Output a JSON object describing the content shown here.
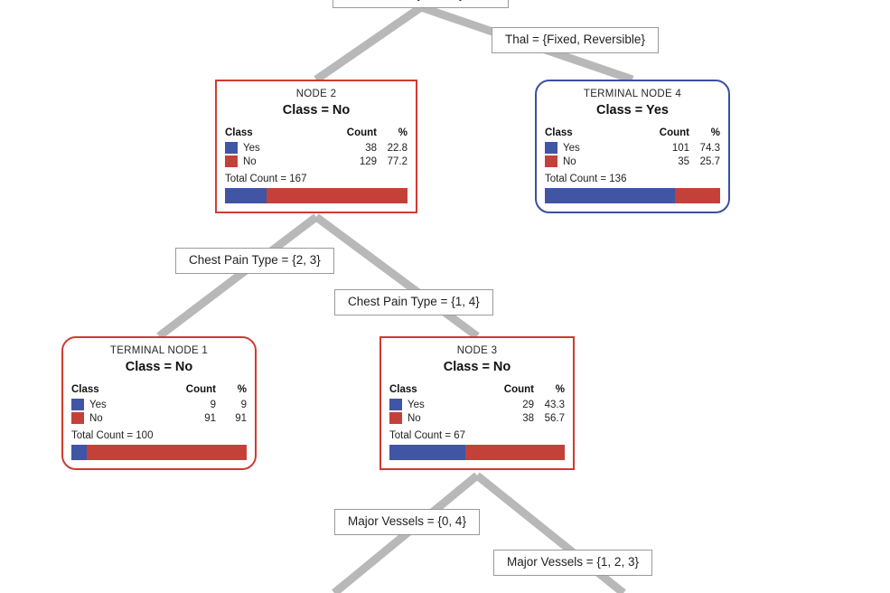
{
  "diagram": {
    "type": "decision-tree",
    "background": "#ffffff",
    "colors": {
      "yes": "#4055A4",
      "no": "#C4413A",
      "node_border_internal": "#D03A33",
      "node_border_terminal_no": "#D03A33",
      "node_border_terminal_yes": "#3B4FA0",
      "edge_line": "#B8B8B8",
      "label_border": "#9a9a9a"
    },
    "columns": {
      "class": "Class",
      "count": "Count",
      "percent": "%"
    },
    "total_prefix": "Total Count = "
  },
  "nodes": [
    {
      "key": "node2",
      "id_label": "NODE 2",
      "class_label": "Class = No",
      "border": "red",
      "shape": "square",
      "rows": [
        {
          "class": "Yes",
          "count": "38",
          "pct": "22.8",
          "color": "#4055A4",
          "fraction": 22.8
        },
        {
          "class": "No",
          "count": "129",
          "pct": "77.2",
          "color": "#C4413A",
          "fraction": 77.2
        }
      ],
      "total": "167"
    },
    {
      "key": "terminal4",
      "id_label": "TERMINAL NODE 4",
      "class_label": "Class = Yes",
      "border": "blue",
      "shape": "rounded",
      "rows": [
        {
          "class": "Yes",
          "count": "101",
          "pct": "74.3",
          "color": "#4055A4",
          "fraction": 74.3
        },
        {
          "class": "No",
          "count": "35",
          "pct": "25.7",
          "color": "#C4413A",
          "fraction": 25.7
        }
      ],
      "total": "136"
    },
    {
      "key": "terminal1",
      "id_label": "TERMINAL NODE 1",
      "class_label": "Class = No",
      "border": "red",
      "shape": "rounded",
      "rows": [
        {
          "class": "Yes",
          "count": "9",
          "pct": "9",
          "color": "#4055A4",
          "fraction": 9
        },
        {
          "class": "No",
          "count": "91",
          "pct": "91",
          "color": "#C4413A",
          "fraction": 91
        }
      ],
      "total": "100"
    },
    {
      "key": "node3",
      "id_label": "NODE 3",
      "class_label": "Class = No",
      "border": "red",
      "shape": "square",
      "rows": [
        {
          "class": "Yes",
          "count": "29",
          "pct": "43.3",
          "color": "#4055A4",
          "fraction": 43.3
        },
        {
          "class": "No",
          "count": "38",
          "pct": "56.7",
          "color": "#C4413A",
          "fraction": 56.7
        }
      ],
      "total": "67"
    }
  ],
  "edge_labels": [
    {
      "key": "thal_normal",
      "text": "Thal = {Normal}"
    },
    {
      "key": "thal_fixed_rev",
      "text": "Thal = {Fixed, Reversible}"
    },
    {
      "key": "cpt_2_3",
      "text": "Chest Pain Type = {2, 3}"
    },
    {
      "key": "cpt_1_4",
      "text": "Chest Pain Type = {1, 4}"
    },
    {
      "key": "mv_0_4",
      "text": "Major Vessels = {0, 4}"
    },
    {
      "key": "mv_1_2_3",
      "text": "Major Vessels = {1, 2, 3}"
    }
  ]
}
